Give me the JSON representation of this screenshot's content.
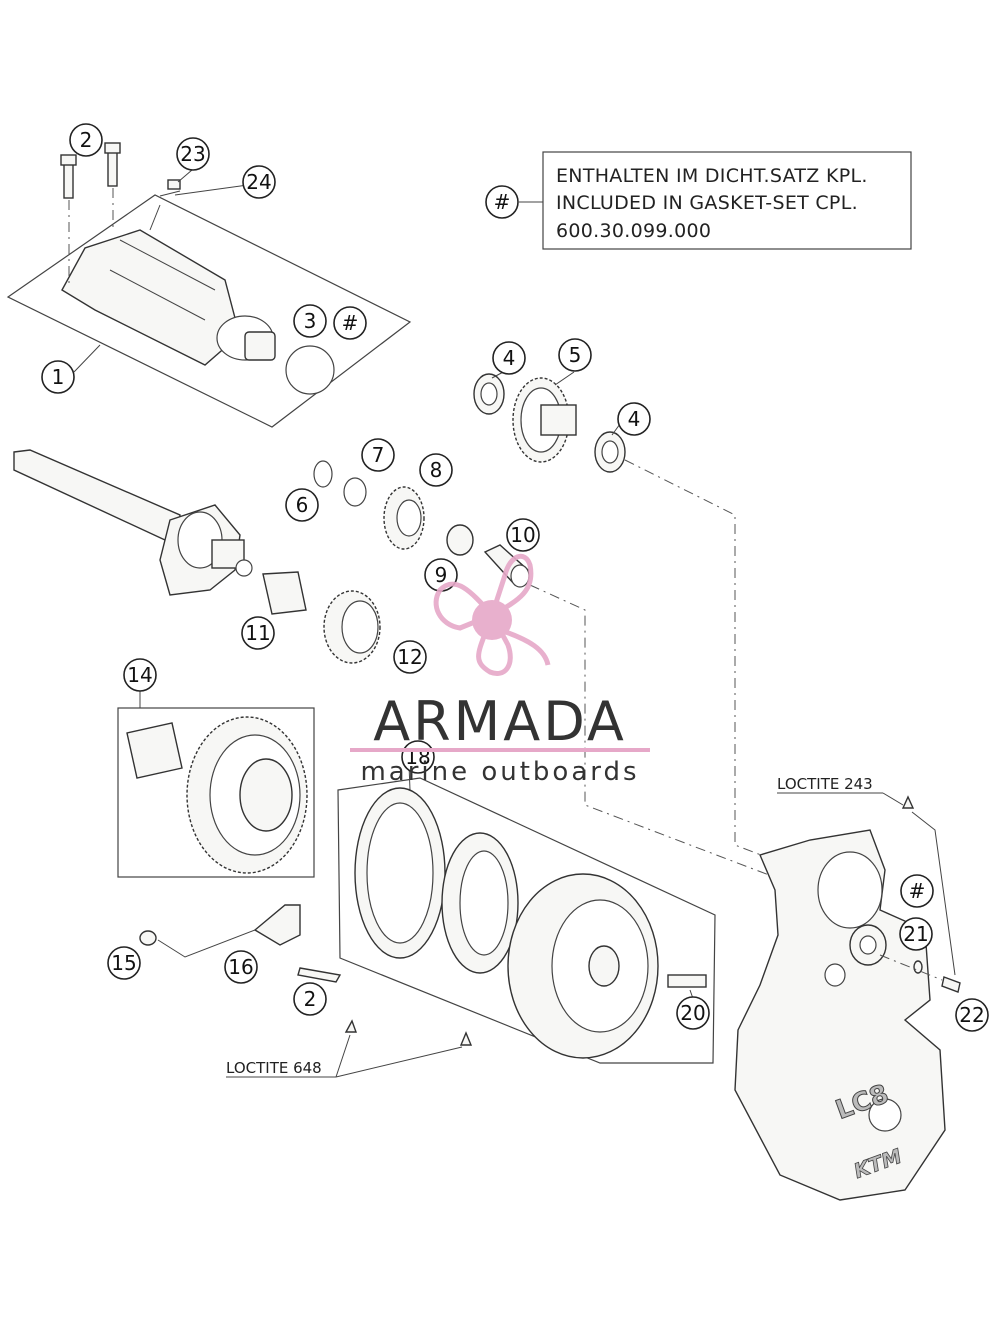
{
  "note": {
    "symbol": "#",
    "lines": [
      "ENTHALTEN IM DICHT.SATZ KPL.",
      "INCLUDED IN GASKET-SET CPL.",
      "600.30.099.000"
    ]
  },
  "watermark": {
    "name": "ARMADA",
    "tagline": "marine outboards",
    "accent_color": "#e6a8c8"
  },
  "loctite_labels": {
    "upper": "LOCTITE 243",
    "lower": "LOCTITE 648"
  },
  "callouts": {
    "c1": "1",
    "c2a": "2",
    "c2b": "2",
    "c3": "3",
    "c4a": "4",
    "c4b": "4",
    "c5": "5",
    "c6": "6",
    "c7": "7",
    "c8": "8",
    "c9": "9",
    "c10": "10",
    "c11": "11",
    "c12": "12",
    "c14": "14",
    "c15": "15",
    "c16": "16",
    "c18": "18",
    "c20": "20",
    "c21": "21",
    "c22": "22",
    "c23": "23",
    "c24": "24",
    "h1": "#",
    "h2": "#",
    "h3": "#"
  },
  "cover_marks": {
    "line1": "LC8",
    "line2": "KTM"
  }
}
